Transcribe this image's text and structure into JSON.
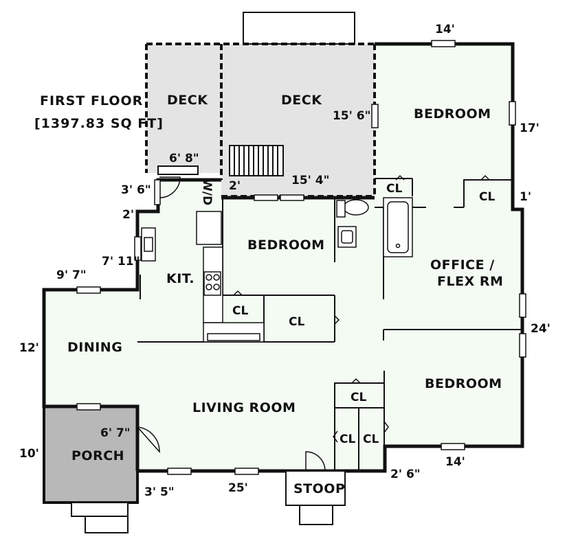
{
  "header": {
    "title": "FIRST FLOOR",
    "area": "[1397.83 SQ FT]"
  },
  "rooms": {
    "deck_left": "DECK",
    "deck_right": "DECK",
    "bedroom_ne": "BEDROOM",
    "bedroom_center": "BEDROOM",
    "bedroom_se": "BEDROOM",
    "office": "OFFICE /",
    "office_line2": "FLEX RM",
    "kitchen": "KIT.",
    "dining": "DINING",
    "living": "LIVING ROOM",
    "porch": "PORCH",
    "stoop": "STOOP",
    "wd": "W/D"
  },
  "closets": {
    "bath": "CL",
    "office": "CL",
    "center_small": "CL",
    "center_large": "CL",
    "se_upper": "CL",
    "se_lower_left": "CL",
    "se_lower_right": "CL"
  },
  "dimensions": {
    "top_14": "14'",
    "deck_15_6": "15' 6\"",
    "right_17": "17'",
    "deck_6_8": "6' 8\"",
    "deck_2": "2'",
    "deck_15_4": "15' 4\"",
    "right_1": "1'",
    "left_3_6": "3' 6\"",
    "left_2": "2'",
    "left_7_11": "7' 11\"",
    "left_9_7": "9' 7\"",
    "right_24": "24'",
    "left_12": "12'",
    "porch_6_7": "6' 7\"",
    "left_10": "10'",
    "bottom_14": "14'",
    "bottom_2_6": "2' 6\"",
    "bottom_3_5": "3' 5\"",
    "bottom_25": "25'"
  },
  "colors": {
    "interior": "#f3fbf3",
    "deck": "#e4e4e4",
    "porch": "#b8b8b8",
    "wall": "#111111"
  }
}
